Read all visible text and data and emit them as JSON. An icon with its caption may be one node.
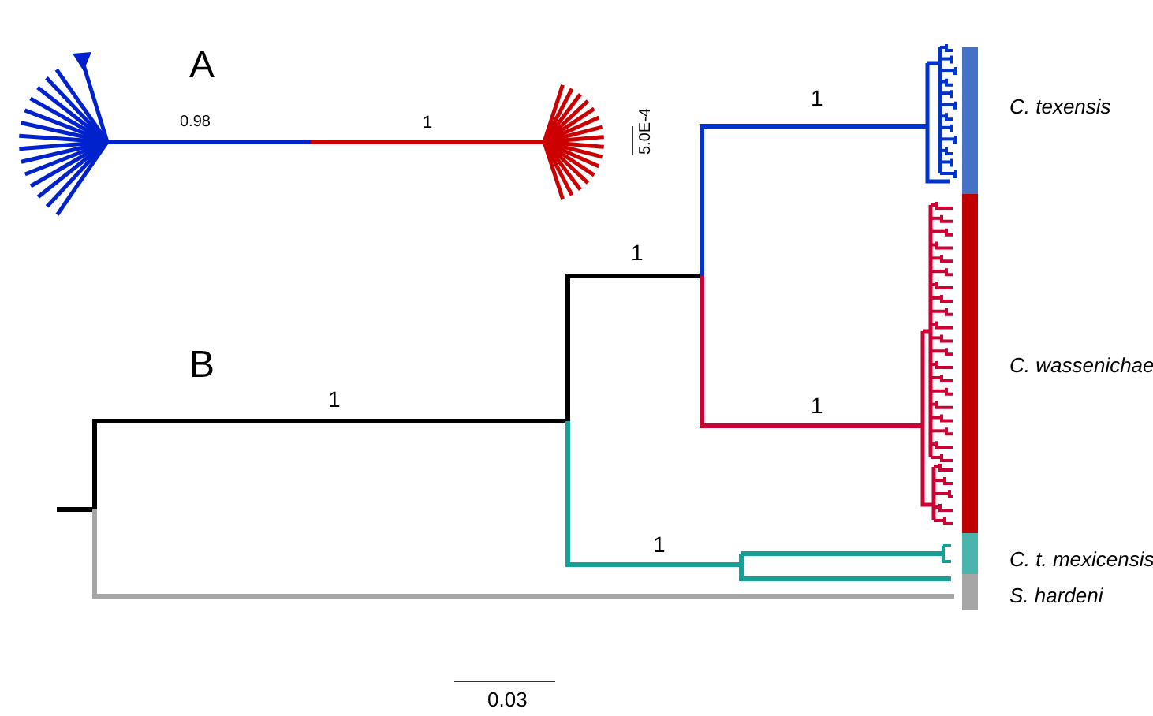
{
  "diagram": {
    "labels": [
      "A",
      "0.98",
      "1",
      "5.0E-4",
      "1",
      "1",
      "B",
      "1",
      "1",
      "1",
      "0.03"
    ],
    "legend": [
      {
        "text": "C. texensis",
        "color": "#4472c4"
      },
      {
        "text": "C. wassenichae",
        "color": "#c00000"
      },
      {
        "text": "C. t. mexicensis",
        "color": "#4bb5ad"
      },
      {
        "text": "S. hardeni",
        "color": "#a6a6a6"
      }
    ]
  }
}
